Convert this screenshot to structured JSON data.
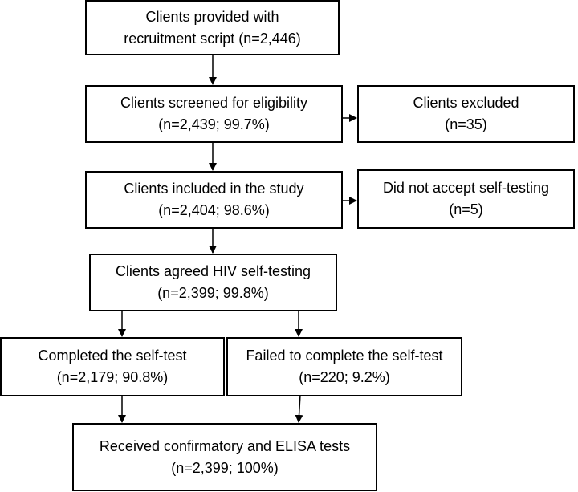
{
  "boxes": {
    "recruitment": {
      "line1": "Clients provided with",
      "line2": "recruitment script (n=2,446)"
    },
    "screened": {
      "line1": "Clients screened for eligibility",
      "line2": "(n=2,439; 99.7%)"
    },
    "excluded": {
      "line1": "Clients excluded",
      "line2": "(n=35)"
    },
    "included": {
      "line1": "Clients included in the study",
      "line2": "(n=2,404; 98.6%)"
    },
    "declined": {
      "line1": "Did not accept self-testing",
      "line2": "(n=5)"
    },
    "agreed": {
      "line1": "Clients agreed HIV self-testing",
      "line2": "(n=2,399; 99.8%)"
    },
    "completed": {
      "line1": "Completed the self-test",
      "line2": "(n=2,179; 90.8%)"
    },
    "failed": {
      "line1": "Failed to complete the self-test",
      "line2": "(n=220; 9.2%)"
    },
    "confirmatory": {
      "line1": "Received confirmatory and ELISA tests",
      "line2": "(n=2,399; 100%)"
    }
  },
  "colors": {
    "line": "#000000",
    "box_border": "#000000",
    "background": "#ffffff"
  }
}
